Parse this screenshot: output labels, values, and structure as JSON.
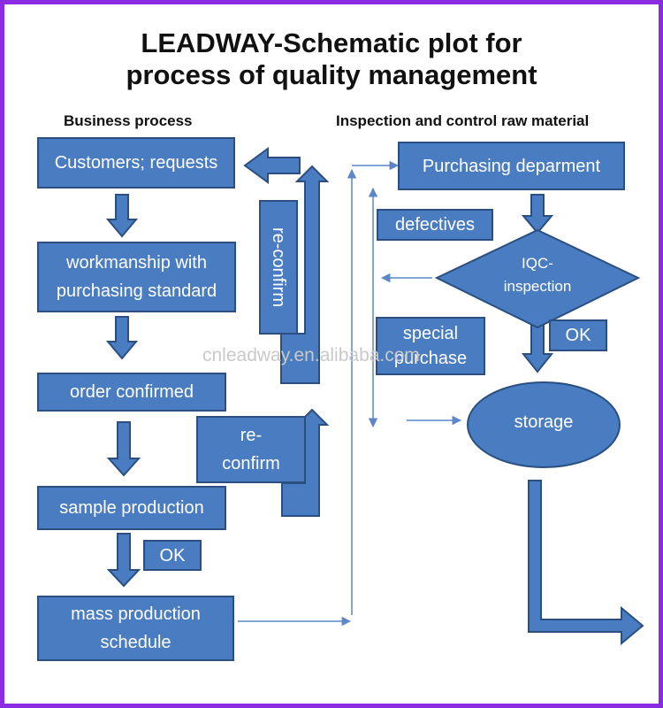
{
  "title_line1": "LEADWAY-Schematic plot for",
  "title_line2": "process of quality management",
  "section_left": "Business process",
  "section_right": "Inspection and control raw material",
  "left": {
    "customers": "Customers; requests",
    "workmanship_1": "workmanship with",
    "workmanship_2": "purchasing standard",
    "order": "order confirmed",
    "sample": "sample production",
    "ok": "OK",
    "mass_1": "mass production",
    "mass_2": "schedule",
    "reconfirm_vertical": "re-confirm",
    "reconfirm_1": "re-",
    "reconfirm_2": "confirm"
  },
  "right": {
    "purchasing": "Purchasing deparment",
    "defectives": "defectives",
    "iqc_1": "IQC-",
    "iqc_2": "inspection",
    "ok": "OK",
    "special_1": "special",
    "special_2": "purchase",
    "storage": "storage"
  },
  "watermark": "cnleadway.en.alibaba.com",
  "colors": {
    "box_fill": "#4a7cc1",
    "box_border": "#2a4f80",
    "line": "#5b86c8",
    "frame": "#8a2be2"
  }
}
